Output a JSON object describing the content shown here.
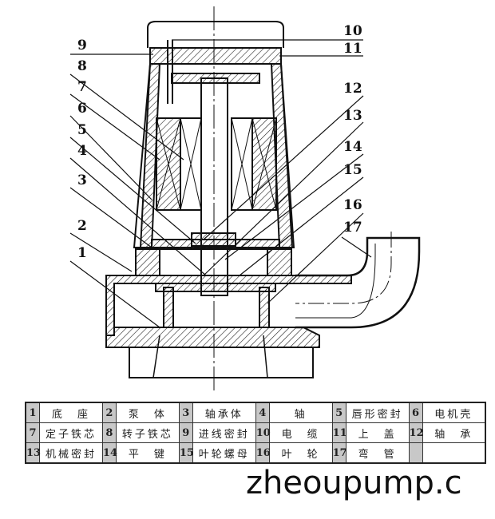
{
  "diagram": {
    "callouts_left": [
      "9",
      "8",
      "7",
      "6",
      "5",
      "4",
      "3",
      "2",
      "1"
    ],
    "callouts_right": [
      "10",
      "11",
      "12",
      "13",
      "14",
      "15",
      "16",
      "17"
    ]
  },
  "parts_table": [
    [
      {
        "no": "1",
        "name": "底　座"
      },
      {
        "no": "2",
        "name": "泵　体"
      },
      {
        "no": "3",
        "name": "轴承体"
      },
      {
        "no": "4",
        "name": "轴"
      },
      {
        "no": "5",
        "name": "唇形密封"
      },
      {
        "no": "6",
        "name": "电机壳"
      }
    ],
    [
      {
        "no": "7",
        "name": "定子铁芯"
      },
      {
        "no": "8",
        "name": "转子铁芯"
      },
      {
        "no": "9",
        "name": "进线密封"
      },
      {
        "no": "10",
        "name": "电　缆"
      },
      {
        "no": "11",
        "name": "上　盖"
      },
      {
        "no": "12",
        "name": "轴　承"
      }
    ],
    [
      {
        "no": "13",
        "name": "机械密封"
      },
      {
        "no": "14",
        "name": "平　键"
      },
      {
        "no": "15",
        "name": "叶轮螺母"
      },
      {
        "no": "16",
        "name": "叶　轮"
      },
      {
        "no": "17",
        "name": "弯　管"
      },
      {
        "no": "",
        "name": ""
      }
    ]
  ],
  "watermark": "zheoupump.c"
}
